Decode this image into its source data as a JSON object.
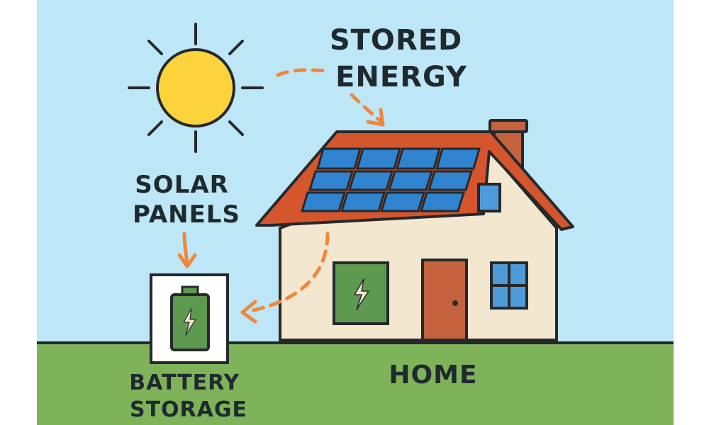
{
  "labels": {
    "stored_energy": [
      "STORED",
      "ENERGY"
    ],
    "solar_panels": [
      "SOLAR",
      "PANELS"
    ],
    "battery_storage": [
      "BATTERY",
      "STORAGE"
    ],
    "home": "HOME"
  },
  "icons": {
    "sun": "sun-icon",
    "battery": "battery-icon",
    "bolt": "lightning-bolt-icon"
  },
  "colors": {
    "sky": "#bde6f6",
    "grass": "#7fb35a",
    "sun": "#fcd33a",
    "roof": "#d5562d",
    "wall": "#f4e7d0",
    "panel": "#2f83cf",
    "door": "#c4633d",
    "window_green": "#5e9950",
    "window_blue": "#4e9bd8",
    "arrow": "#f0873a",
    "outline": "#25292c"
  }
}
